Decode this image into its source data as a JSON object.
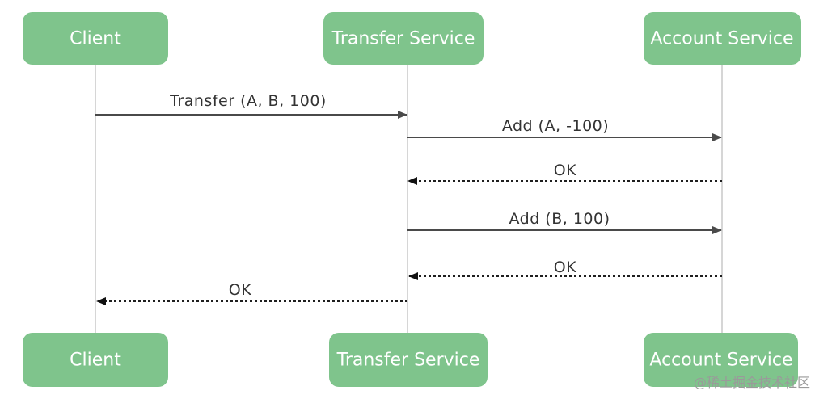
{
  "actors": {
    "client": "Client",
    "transfer_service": "Transfer Service",
    "account_service": "Account Service"
  },
  "messages": [
    {
      "label": "Transfer (A, B, 100)"
    },
    {
      "label": "Add (A, -100)"
    },
    {
      "label": "OK"
    },
    {
      "label": "Add (B, 100)"
    },
    {
      "label": "OK"
    },
    {
      "label": "OK"
    }
  ],
  "watermark": "@稀土掘金技术社区",
  "colors": {
    "actor_fill": "#7fc48c",
    "actor_text": "#ffffff",
    "lifeline": "#d6d6d6",
    "message_line": "#4a4a4a"
  }
}
